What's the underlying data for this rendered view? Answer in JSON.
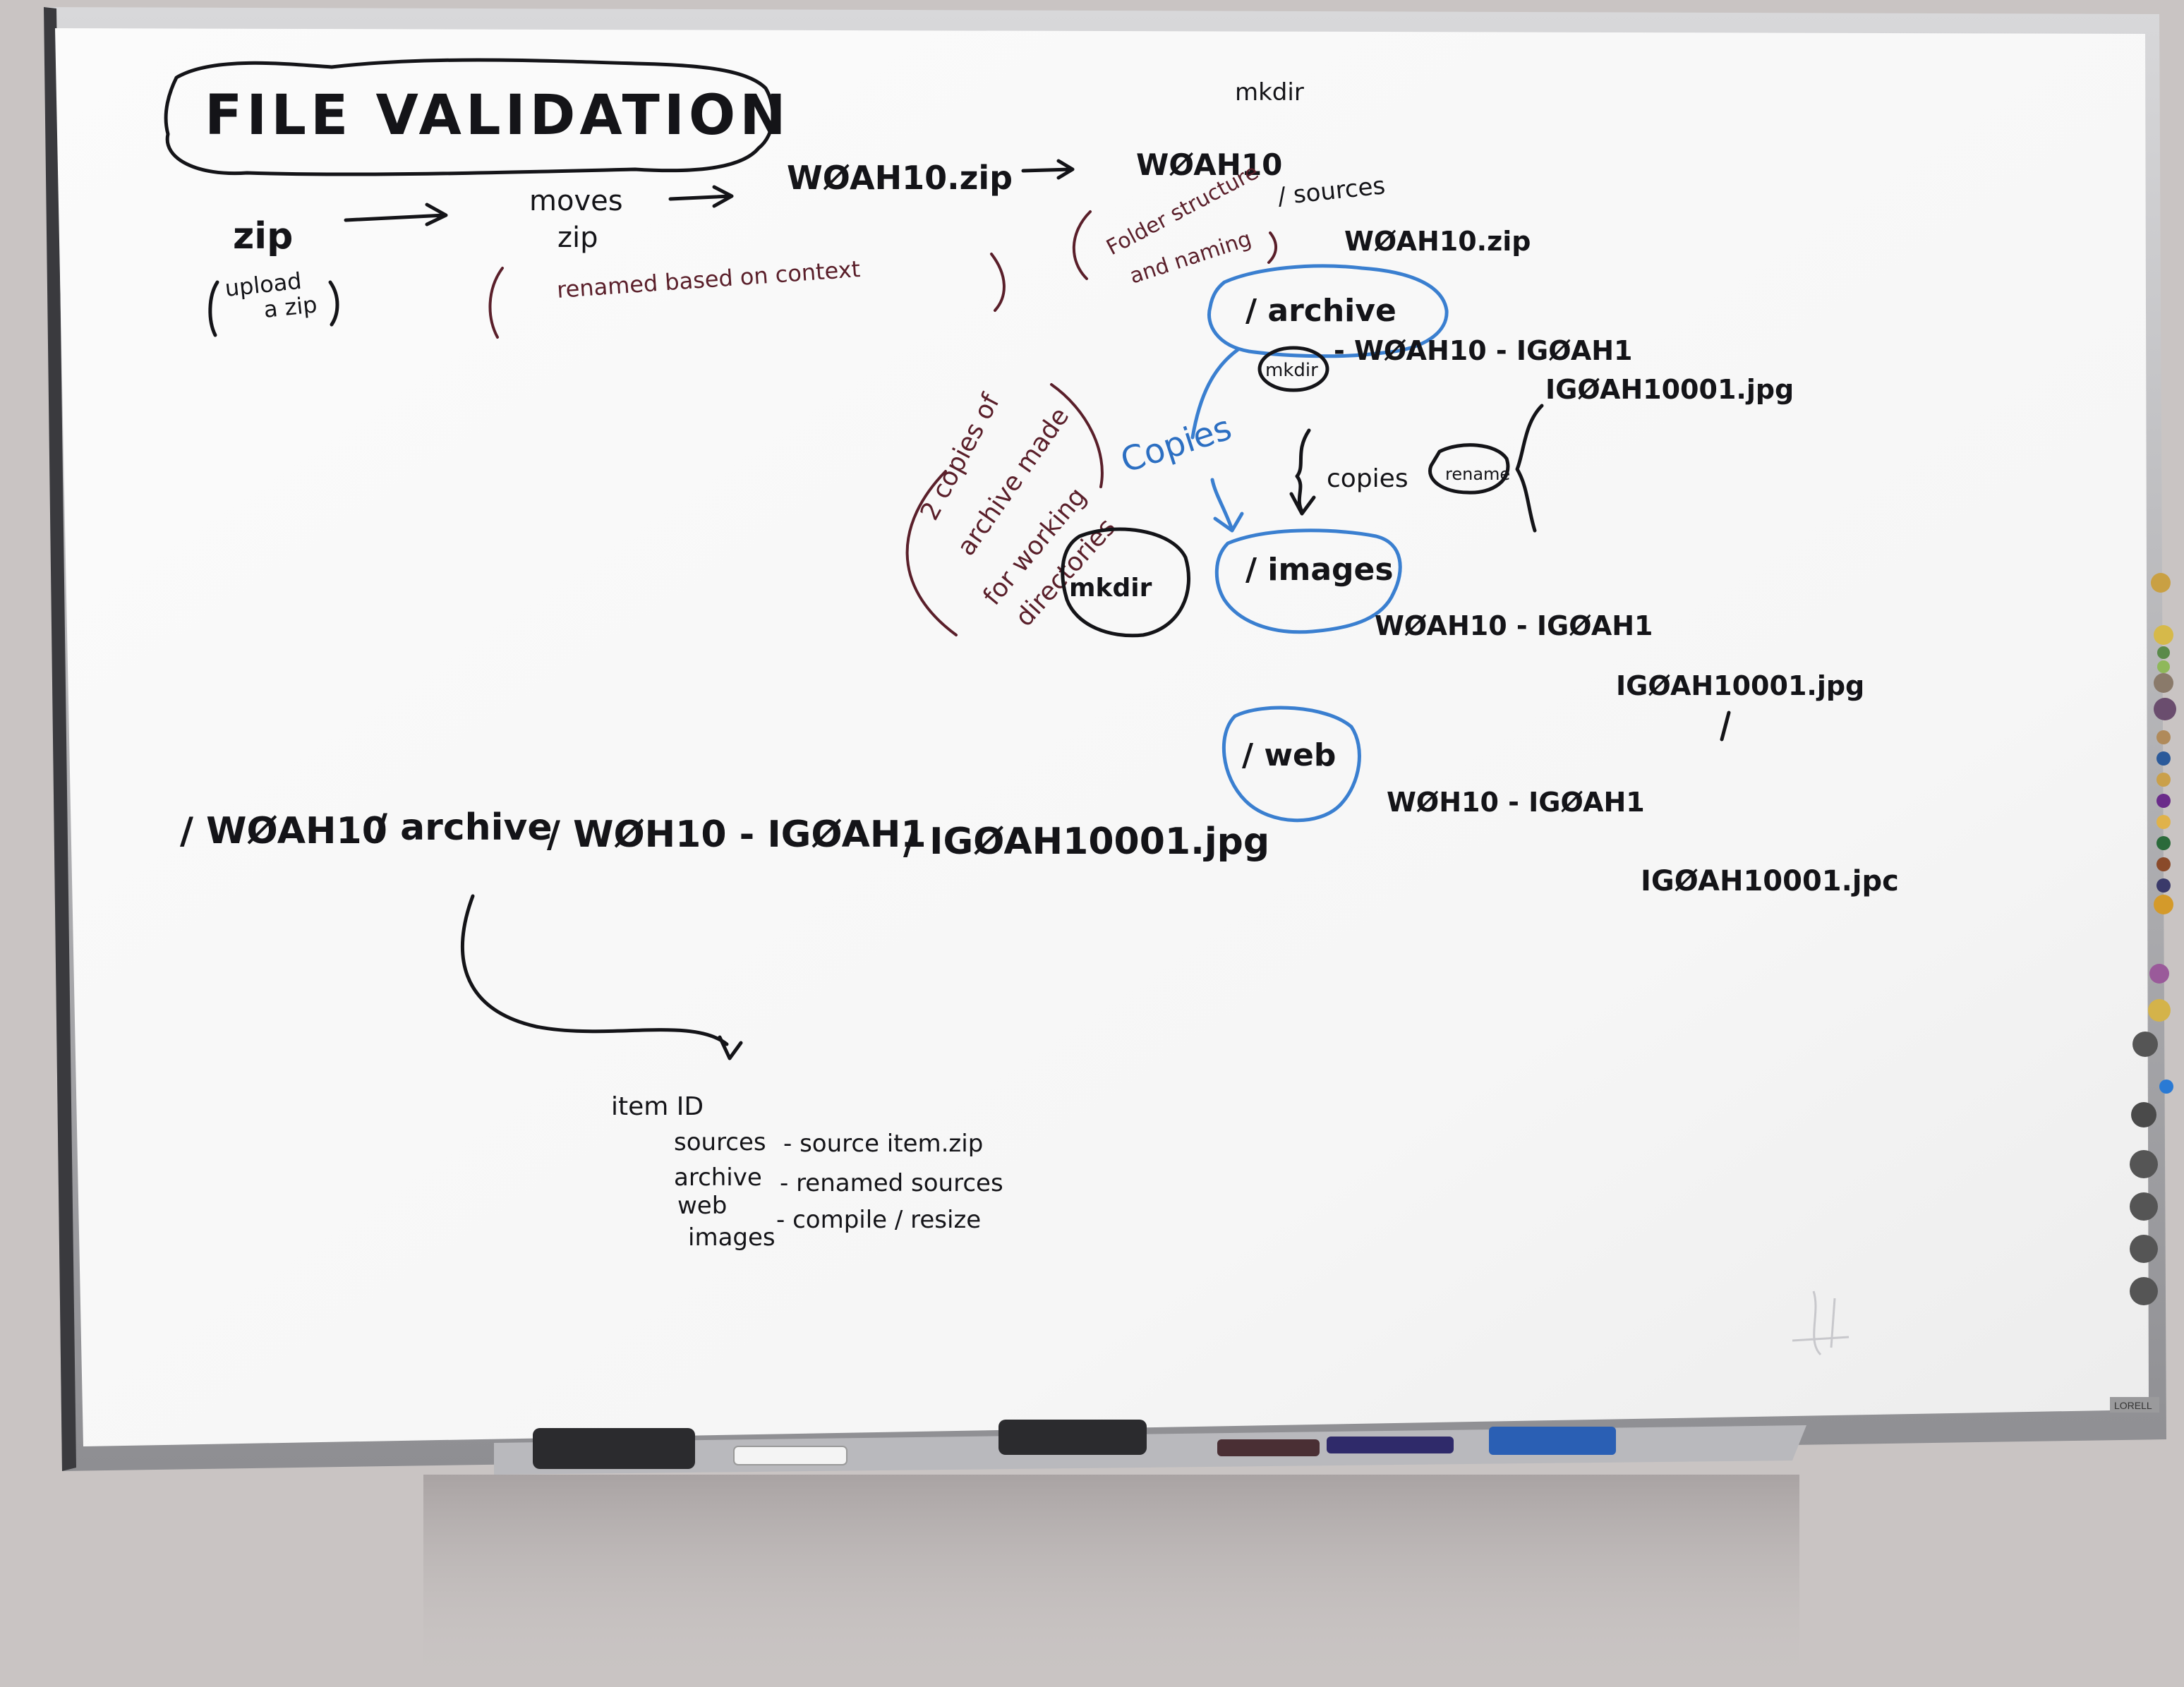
{
  "board": {
    "title": "FILE VALIDATION",
    "brand": "LORELL"
  },
  "flow_top": {
    "zip": "zip",
    "upload_note_1": "upload",
    "upload_note_2": "a zip",
    "moves_1": "moves",
    "moves_2": "zip",
    "renamed_note": "renamed based on context",
    "zip_file": "WØAH10.zip",
    "folder_name": "WØAH10",
    "mkdir_top": "mkdir",
    "folder_note_1": "Folder structure",
    "folder_note_2": "and naming",
    "sources": "/ sources",
    "sources_zip": "WØAH10.zip"
  },
  "archive_branch": {
    "archive": "/ archive",
    "mkdir_small": "mkdir",
    "item_folder": "- WØAH10 - IGØAH1",
    "file": "IGØAH10001.jpg",
    "copies_blue": "Copies",
    "copies_black": "copies",
    "rename": "rename",
    "mkdir_big": "mkdir",
    "maroon_note_1": "2 copies of",
    "maroon_note_2": "archive made",
    "maroon_note_3": "for working",
    "maroon_note_4": "directories"
  },
  "images_branch": {
    "images": "/ images",
    "item_folder": "WØAH10 - IGØAH1",
    "file": "IGØAH10001.jpg"
  },
  "web_branch": {
    "web": "/ web",
    "item_folder": "WØH10 - IGØAH1",
    "file": "IGØAH10001.jpc"
  },
  "path_line": {
    "seg1": "/ WØAH10",
    "seg2": "/ archive",
    "seg3": "/ WØH10 - IGØAH1",
    "seg4": "/ IGØAH10001.jpg"
  },
  "legend": {
    "heading": "item ID",
    "rows": [
      {
        "name": "sources",
        "desc": "- source item.zip"
      },
      {
        "name": "archive",
        "desc": "- renamed sources"
      },
      {
        "name": "web",
        "desc": "- compile / resize"
      },
      {
        "name": "images",
        "desc": ""
      }
    ]
  }
}
